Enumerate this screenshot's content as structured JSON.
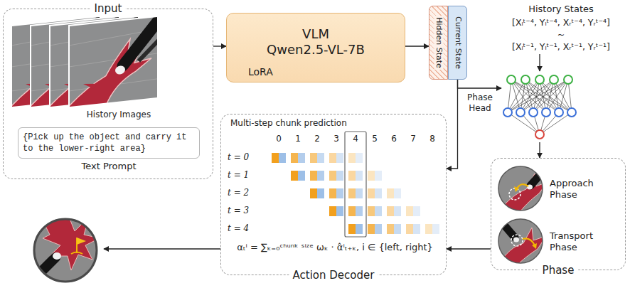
{
  "diagram": {
    "nodes": [
      {
        "text": [
          "Input"
        ]
      },
      {
        "text": [
          "{Pick up the object and carry it to the lower-right area}",
          "Text Prompt"
        ],
        "in": 0
      },
      {
        "text": [
          "VLM",
          "Qwen2.5-VL-7B",
          "LoRA"
        ]
      },
      {
        "text": [
          "Hidden State"
        ]
      },
      {
        "text": [
          "Current State"
        ]
      },
      {
        "text": [
          "History States",
          "[Xₗᵗ⁻⁴, Yₗᵗ⁻⁴, Xᵣᵗ⁻⁴, Yᵣᵗ⁻⁴]",
          "~",
          "[Xₗᵗ⁻¹, Yₗᵗ⁻¹, Xᵣᵗ⁻¹, Yᵣᵗ⁻¹]"
        ]
      },
      {
        "text": [
          "Phase Head"
        ]
      },
      {
        "text": [
          "Phase"
        ]
      },
      {
        "text": [
          "Approach Phase"
        ],
        "in": 7
      },
      {
        "text": [
          "Transport Phase"
        ],
        "in": 7
      },
      {
        "text": [
          "Action Decoder"
        ]
      }
    ],
    "edges": [
      {
        "from": 0,
        "to": 2,
        "arrow": "to"
      },
      {
        "from": 2,
        "to": 3,
        "arrow": "to"
      },
      {
        "from": 4,
        "to": 6,
        "arrow": "to"
      },
      {
        "from": 4,
        "to": 10,
        "arrow": "to"
      },
      {
        "from": 5,
        "to": 6,
        "arrow": "to"
      },
      {
        "from": 6,
        "to": 7,
        "arrow": "to"
      },
      {
        "from": 7,
        "to": 10,
        "arrow": "to"
      }
    ],
    "labels": [
      "History Images",
      "Multi-step chunk prediction",
      "0",
      "1",
      "2",
      "3",
      "4",
      "5",
      "6",
      "7",
      "8",
      "t = 0",
      "t = 1",
      "t = 2",
      "t = 3",
      "t = 4",
      "αₜⁱ = ∑ₖ₌₀ᶜʰᵘⁿᵏ ˢⁱᶻᵉ ωₖ · α̂ⁱₜ₊ₖ, i ∈ {left, right}"
    ]
  }
}
